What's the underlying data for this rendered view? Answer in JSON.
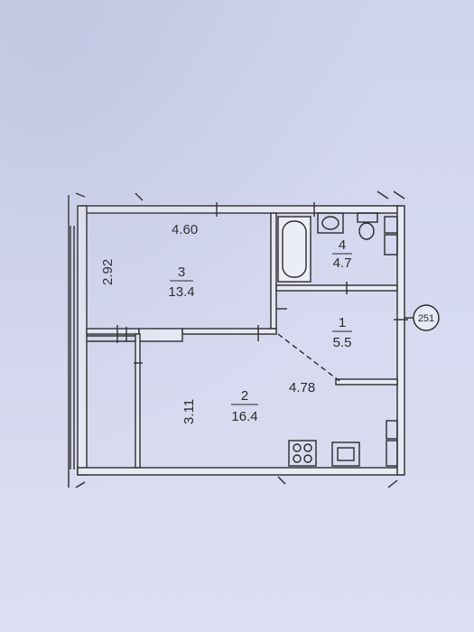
{
  "plan": {
    "rooms": [
      {
        "number": "3",
        "area": "13.4",
        "width_label": "4.60",
        "height_label": "2.92"
      },
      {
        "number": "4",
        "area": "4.7"
      },
      {
        "number": "1",
        "area": "5.5"
      },
      {
        "number": "2",
        "area": "16.4",
        "width_label": "4.78",
        "height_label": "3.11"
      }
    ],
    "marker": "251"
  }
}
